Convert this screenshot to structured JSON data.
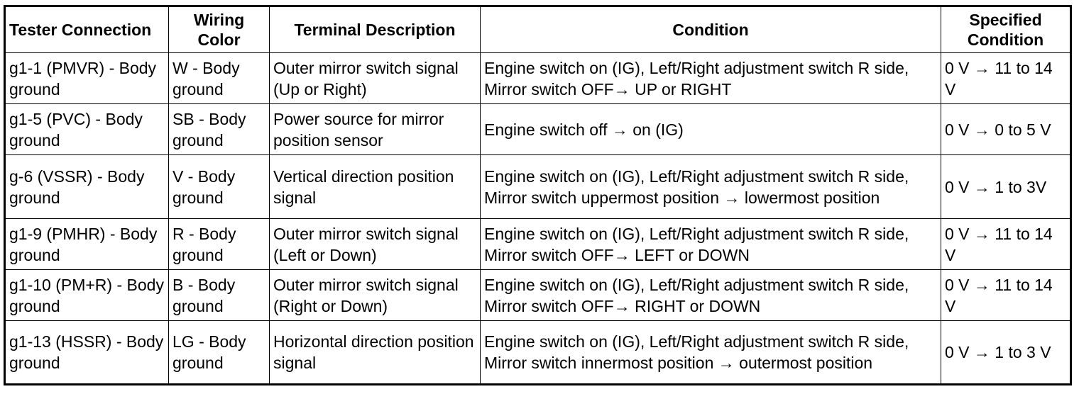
{
  "table": {
    "headers": [
      "Tester Connection",
      "Wiring Color",
      "Terminal Description",
      "Condition",
      "Specified Condition"
    ],
    "rows": [
      {
        "tester_connection": "g1-1 (PMVR) - Body ground",
        "wiring_color": "W - Body ground",
        "terminal_description": "Outer mirror switch signal (Up or Right)",
        "condition": "Engine switch on (IG), Left/Right adjustment switch R side, Mirror switch OFF→ UP or RIGHT",
        "specified_condition": "0 V → 11 to 14 V"
      },
      {
        "tester_connection": "g1-5 (PVC) - Body ground",
        "wiring_color": "SB - Body ground",
        "terminal_description": "Power source for mirror position sensor",
        "condition": "Engine switch off → on (IG)",
        "specified_condition": "0 V → 0 to 5 V"
      },
      {
        "tester_connection": "g-6 (VSSR) - Body ground",
        "wiring_color": "V - Body ground",
        "terminal_description": "Vertical direction position signal",
        "condition": "Engine switch on (IG), Left/Right adjustment switch R side, Mirror switch uppermost position → lowermost position",
        "specified_condition": "0 V → 1 to 3V"
      },
      {
        "tester_connection": "g1-9 (PMHR) - Body ground",
        "wiring_color": "R - Body ground",
        "terminal_description": "Outer mirror switch signal (Left or Down)",
        "condition": "Engine switch on (IG), Left/Right adjustment switch R side, Mirror switch OFF→ LEFT or DOWN",
        "specified_condition": "0 V → 11 to 14 V"
      },
      {
        "tester_connection": "g1-10 (PM+R) - Body ground",
        "wiring_color": "B - Body ground",
        "terminal_description": "Outer mirror switch signal (Right or Down)",
        "condition": "Engine switch on (IG), Left/Right adjustment switch R side, Mirror switch OFF→ RIGHT or DOWN",
        "specified_condition": "0 V → 11 to 14 V"
      },
      {
        "tester_connection": "g1-13 (HSSR) - Body ground",
        "wiring_color": "LG - Body ground",
        "terminal_description": "Horizontal direction position signal",
        "condition": "Engine switch on (IG), Left/Right adjustment switch R side, Mirror switch innermost position → outermost position",
        "specified_condition": "0 V → 1 to 3 V"
      }
    ]
  }
}
